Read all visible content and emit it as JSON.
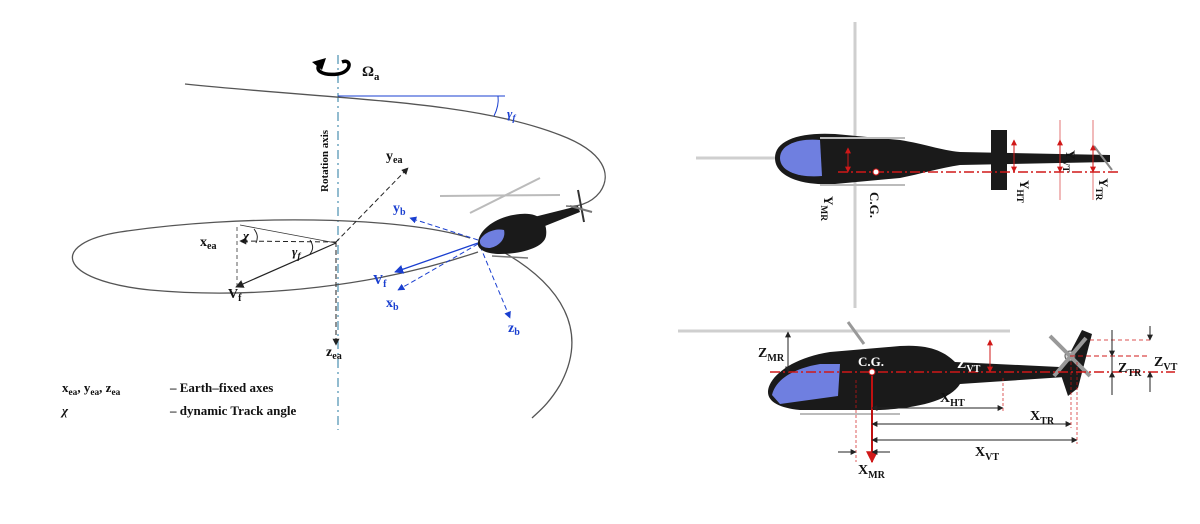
{
  "left_diagram": {
    "omega": {
      "base": "Ω",
      "sub": "a"
    },
    "gamma_f_top": {
      "base": "γ",
      "sub": "f"
    },
    "rotation_axis": "Rotation axis",
    "y_ea": {
      "base": "y",
      "sub": "ea"
    },
    "x_ea": {
      "base": "x",
      "sub": "ea"
    },
    "z_ea": {
      "base": "z",
      "sub": "ea"
    },
    "chi": "χ",
    "gamma_f_mid": {
      "base": "γ",
      "sub": "f"
    },
    "v_f_black": {
      "base": "V",
      "sub": "f"
    },
    "y_b": {
      "base": "y",
      "sub": "b"
    },
    "v_f_blue": {
      "base": "V",
      "sub": "f"
    },
    "x_b": {
      "base": "x",
      "sub": "b"
    },
    "z_b": {
      "base": "z",
      "sub": "b"
    },
    "legend": {
      "axes_symbols": [
        {
          "base": "x",
          "sub": "ea"
        },
        {
          "base": "y",
          "sub": "ea"
        },
        {
          "base": "z",
          "sub": "ea"
        }
      ],
      "axes_separator": ", ",
      "axes_desc": "–  Earth–fixed axes",
      "chi_symbol": "χ",
      "chi_desc": "–  dynamic Track angle"
    }
  },
  "top_view": {
    "y_vt": {
      "base": "Y",
      "sub": "VT"
    },
    "y_ht": {
      "base": "Y",
      "sub": "HT"
    },
    "y_tr": {
      "base": "Y",
      "sub": "TR"
    },
    "y_mr": {
      "base": "Y",
      "sub": "MR"
    },
    "cg": "C.G."
  },
  "side_view": {
    "z_mr": {
      "base": "Z",
      "sub": "MR"
    },
    "z_vt_left": {
      "base": "Z",
      "sub": "VT"
    },
    "z_tr": {
      "base": "Z",
      "sub": "TR"
    },
    "z_vt_right": {
      "base": "Z",
      "sub": "VT"
    },
    "cg": "C.G.",
    "x_ht": {
      "base": "X",
      "sub": "HT"
    },
    "x_tr": {
      "base": "X",
      "sub": "TR"
    },
    "x_vt": {
      "base": "X",
      "sub": "VT"
    },
    "x_mr": {
      "base": "X",
      "sub": "MR"
    }
  },
  "colors": {
    "axis_blue": "#1a3fd0",
    "dim_red": "#d01818",
    "body": "#1a1a1a",
    "canopy": "#6f7fe0"
  }
}
